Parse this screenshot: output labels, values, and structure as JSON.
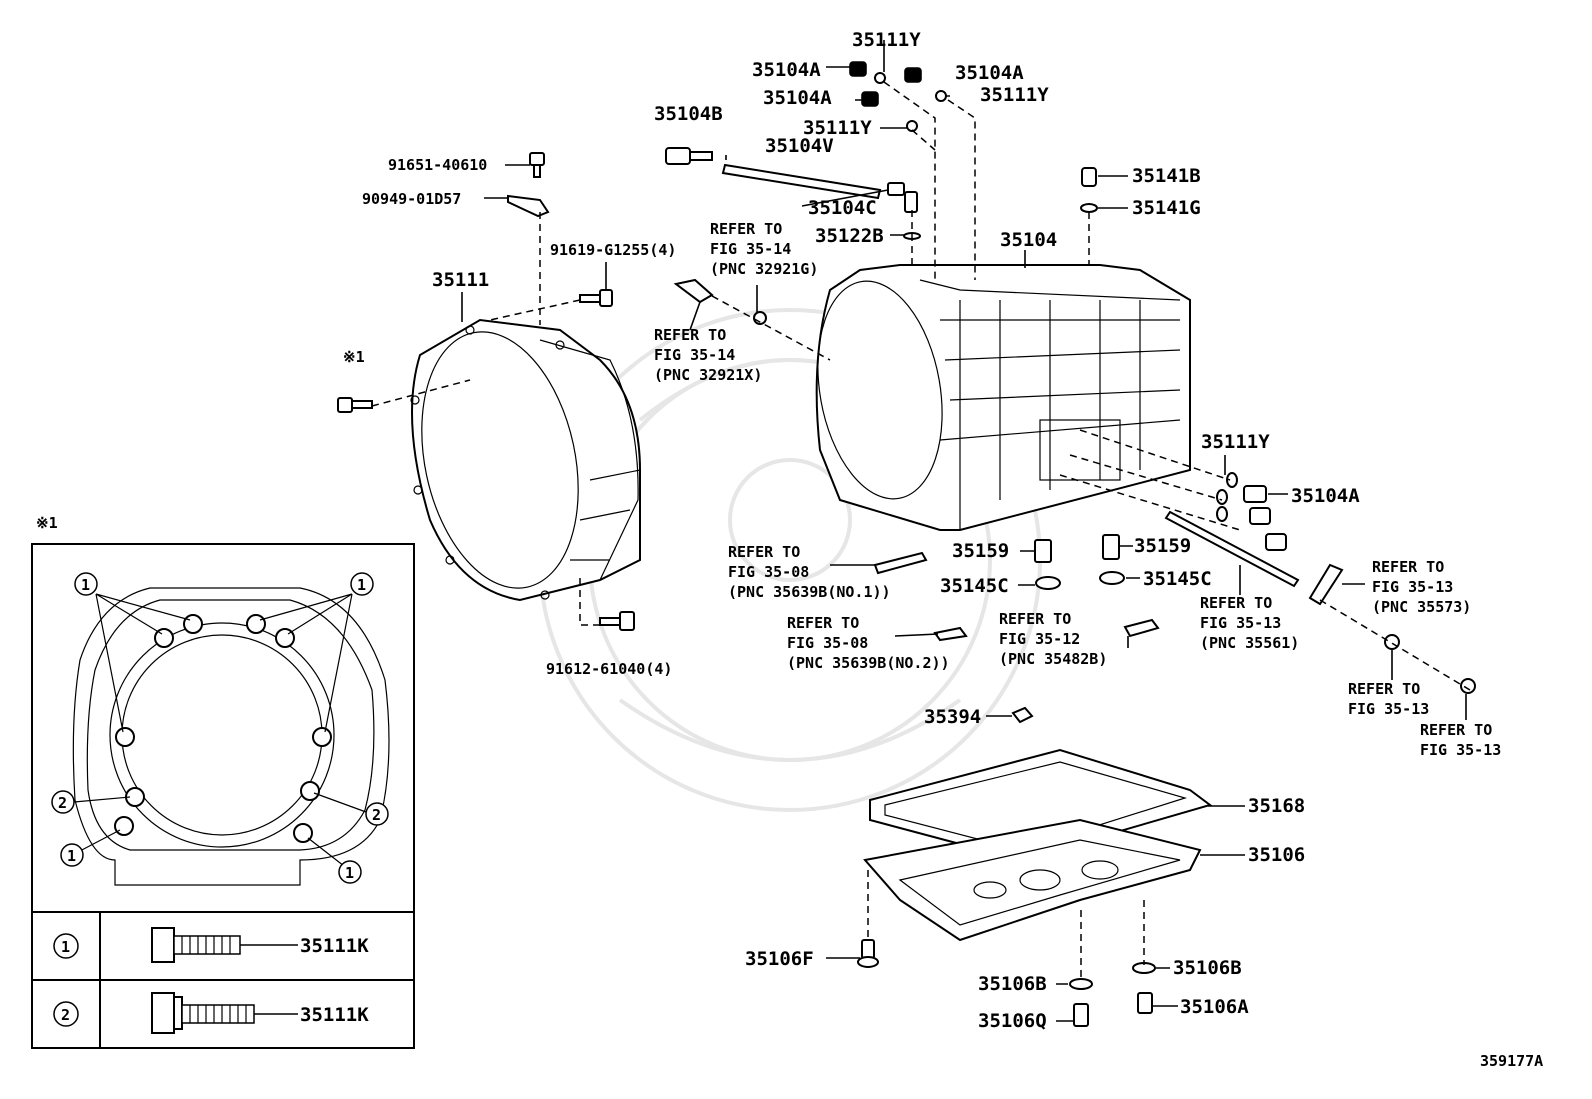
{
  "diagram_id": "359177A",
  "callouts": {
    "p35111Y_top": "35111Y",
    "p35104A_tl": "35104A",
    "p35104A_tr": "35104A",
    "p35104A_ml": "35104A",
    "p35111Y_r": "35111Y",
    "p35111Y_m": "35111Y",
    "p35104B": "35104B",
    "p35104V": "35104V",
    "p35104C": "35104C",
    "p35122B": "35122B",
    "p35141B": "35141B",
    "p35141G": "35141G",
    "p35104": "35104",
    "p91651": "91651-40610",
    "p90949": "90949-01D57",
    "p91619": "91619-G1255(4)",
    "p35111": "35111",
    "p91612": "91612-61040(4)",
    "p35111Y_right": "35111Y",
    "p35104A_right": "35104A",
    "p35159_l": "35159",
    "p35159_r": "35159",
    "p35145C_l": "35145C",
    "p35145C_r": "35145C",
    "p35394": "35394",
    "p35168": "35168",
    "p35106": "35106",
    "p35106F": "35106F",
    "p35106B_l": "35106B",
    "p35106B_r": "35106B",
    "p35106Q": "35106Q",
    "p35106A": "35106A",
    "mark1": "※1",
    "mark1_box": "※1"
  },
  "refs": {
    "r1": [
      "REFER TO",
      "FIG 35-14",
      "(PNC 32921G)"
    ],
    "r2": [
      "REFER TO",
      "FIG 35-14",
      "(PNC 32921X)"
    ],
    "r3": [
      "REFER TO",
      "FIG 35-08",
      "(PNC 35639B(NO.1))"
    ],
    "r4": [
      "REFER TO",
      "FIG 35-08",
      "(PNC 35639B(NO.2))"
    ],
    "r5": [
      "REFER TO",
      "FIG 35-12",
      "(PNC 35482B)"
    ],
    "r6": [
      "REFER TO",
      "FIG 35-13",
      "(PNC 35561)"
    ],
    "r7": [
      "REFER TO",
      "FIG 35-13",
      "(PNC 35573)"
    ],
    "r8": [
      "REFER TO",
      "FIG 35-13"
    ],
    "r9": [
      "REFER TO",
      "FIG 35-13"
    ]
  },
  "inset": {
    "marker_1": "1",
    "marker_2": "2",
    "rows": [
      {
        "key": "1",
        "part": "35111K"
      },
      {
        "key": "2",
        "part": "35111K"
      }
    ]
  }
}
